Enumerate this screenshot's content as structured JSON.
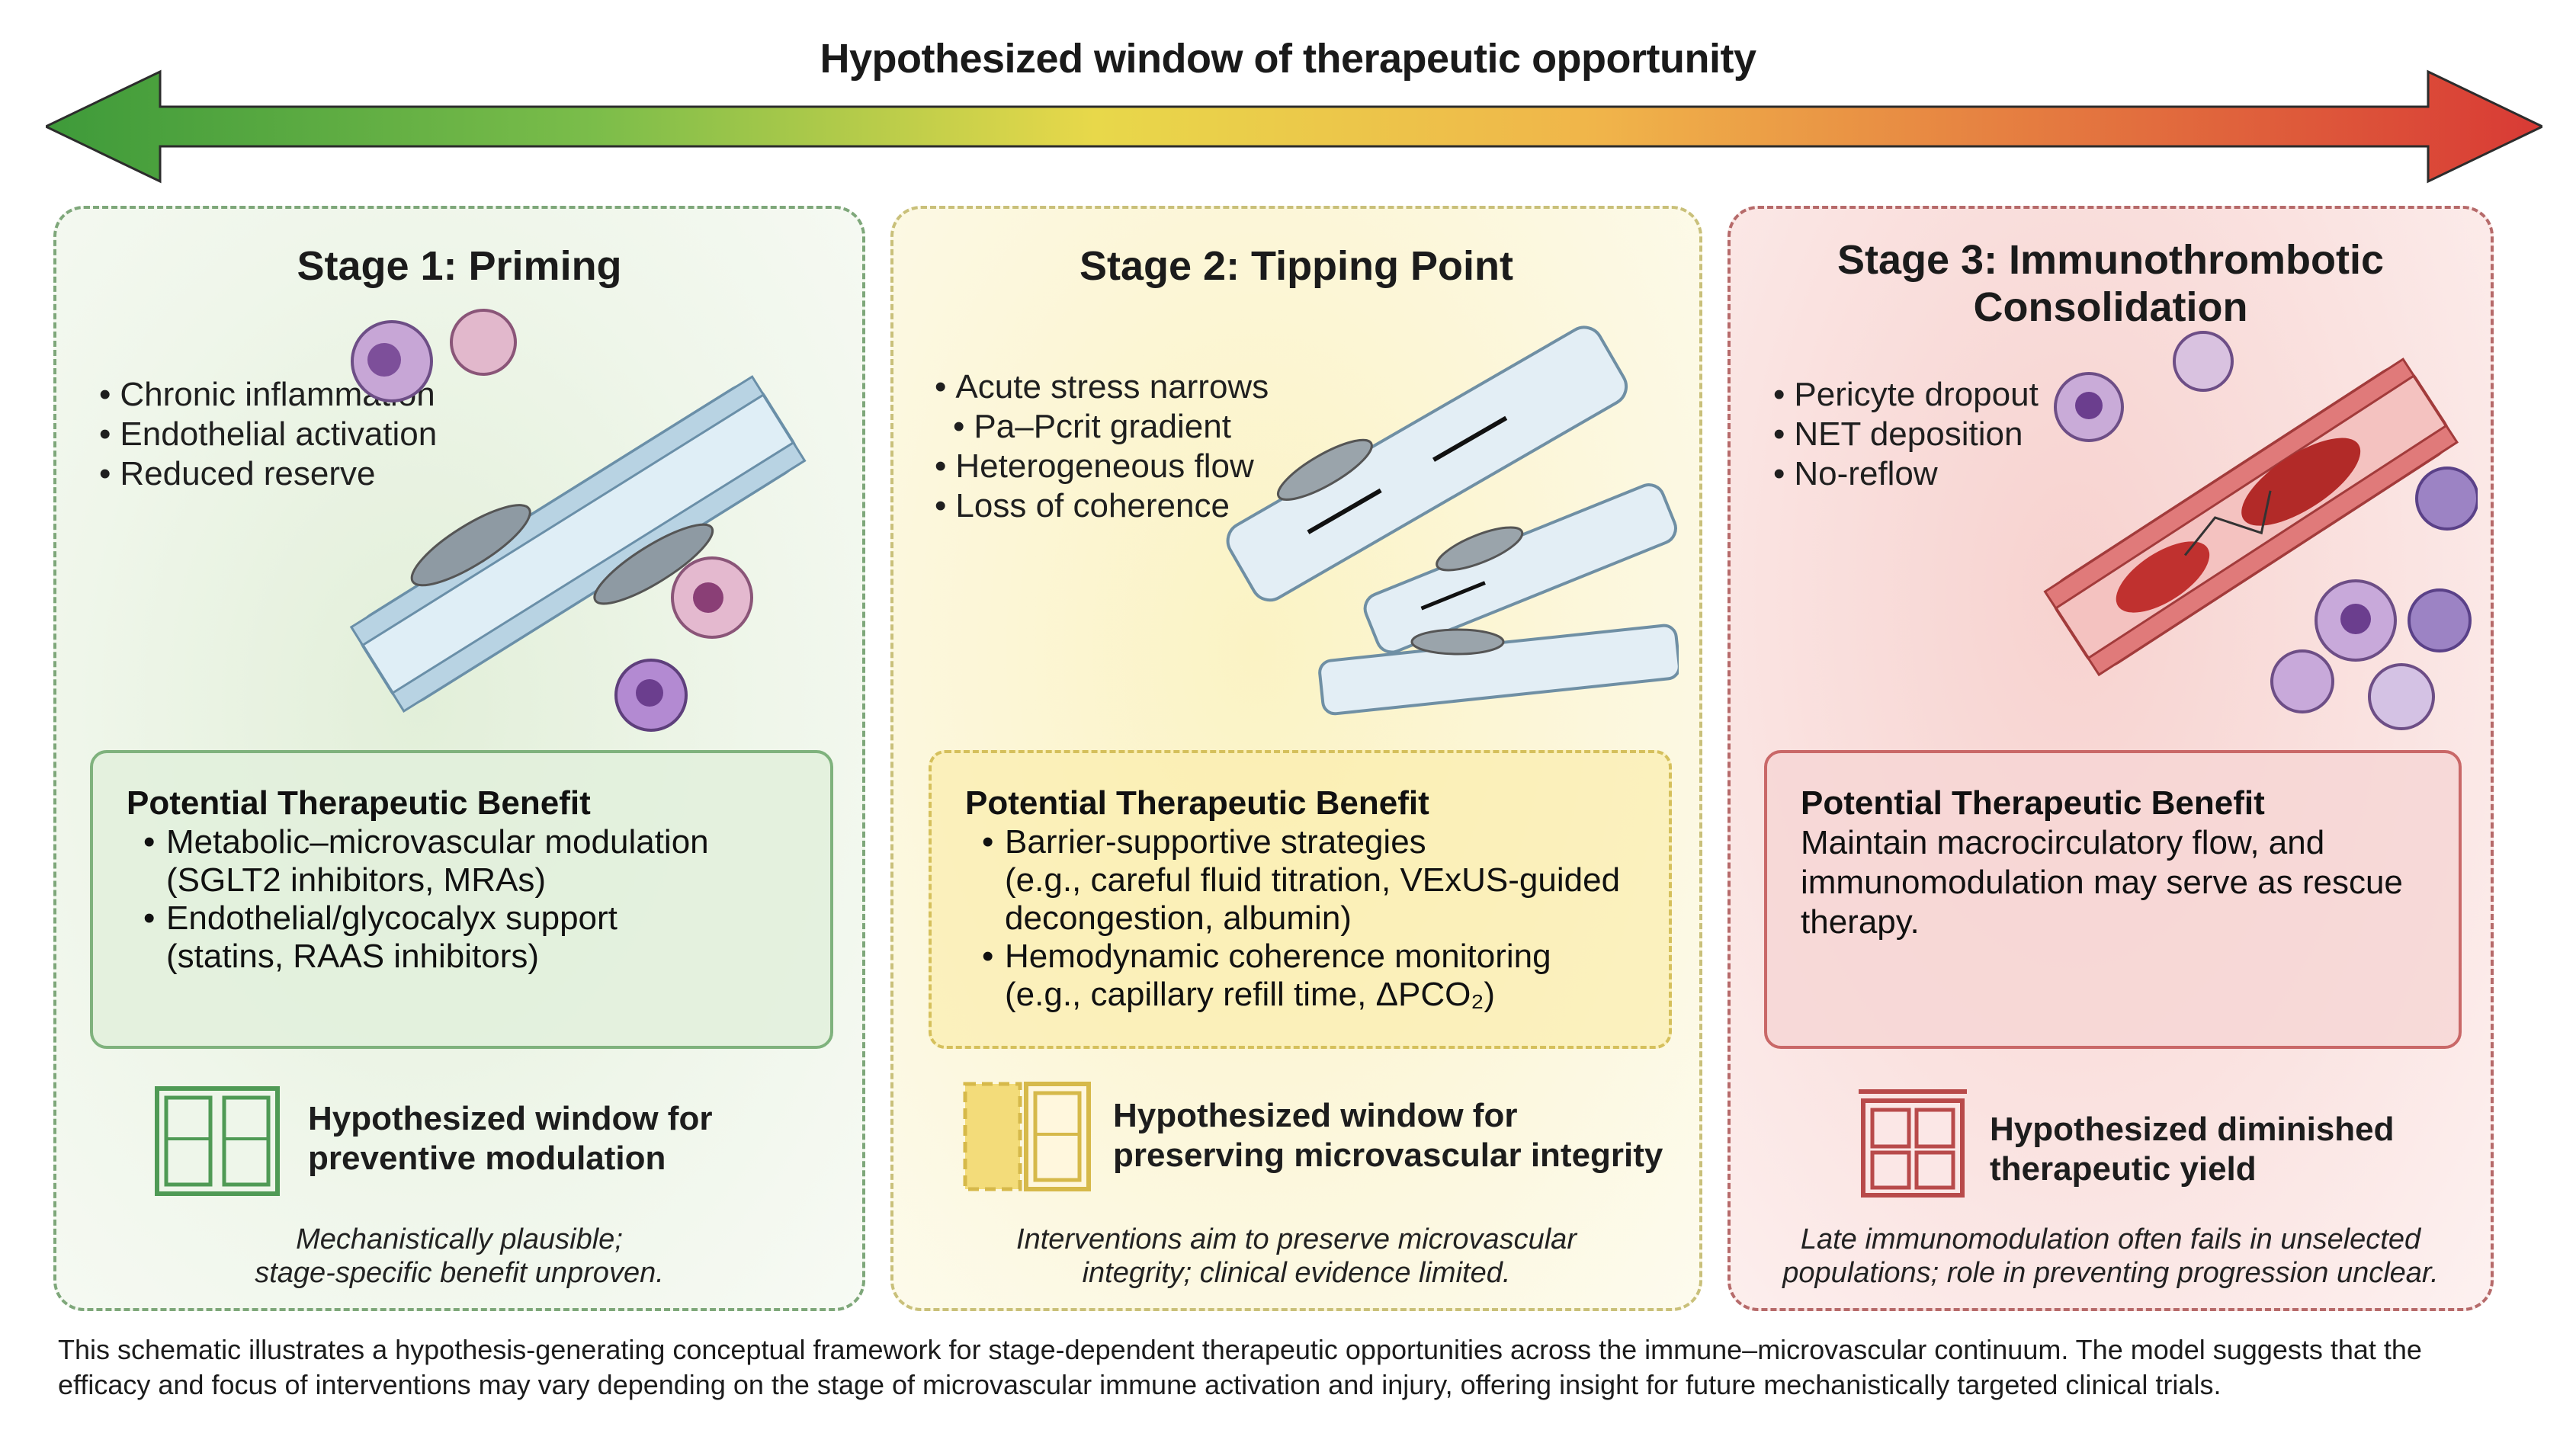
{
  "header": {
    "title": "Hypothesized window of therapeutic opportunity"
  },
  "colors": {
    "green": "#3e9a3a",
    "yellow": "#e8d84a",
    "red": "#d83a35"
  },
  "stages": [
    {
      "title": "Stage 1: Priming",
      "bullets": [
        "Chronic inflammation",
        "Endothelial activation",
        "Reduced reserve"
      ],
      "benefit_title": "Potential Therapeutic Benefit",
      "benefit_items": [
        "Metabolic–microvascular modulation",
        "(SGLT2 inhibitors, MRAs)",
        "Endothelial/glycocalyx support",
        "(statins, RAAS inhibitors)"
      ],
      "window_label": [
        "Hypothesized window for",
        "preventive modulation"
      ],
      "note": [
        "Mechanistically plausible;",
        "stage-specific benefit unproven."
      ],
      "icon": "open-window-icon"
    },
    {
      "title": "Stage 2: Tipping Point",
      "bullets": [
        "Acute stress narrows",
        "Pa–Pcrit gradient",
        "Heterogeneous flow",
        "Loss of coherence"
      ],
      "benefit_title": "Potential Therapeutic Benefit",
      "benefit_items": [
        "Barrier-supportive strategies",
        "(e.g., careful fluid titration, VExUS-guided",
        "decongestion, albumin)",
        "Hemodynamic coherence monitoring",
        "(e.g., capillary refill time, ΔPCO₂)"
      ],
      "window_label": [
        "Hypothesized window for",
        "preserving microvascular integrity"
      ],
      "note": [
        "Interventions aim to preserve microvascular",
        "integrity; clinical evidence limited."
      ],
      "icon": "half-open-window-icon"
    },
    {
      "title": [
        "Stage 3: Immunothrombotic",
        "Consolidation"
      ],
      "bullets": [
        "Pericyte dropout",
        "NET deposition",
        "No-reflow"
      ],
      "benefit_title": "Potential Therapeutic Benefit",
      "benefit_text": [
        "Maintain macrocirculatory flow, and",
        "immunomodulation may serve as rescue",
        "therapy."
      ],
      "window_label": [
        "Hypothesized diminished",
        "therapeutic yield"
      ],
      "note": [
        "Late immunomodulation often fails in unselected",
        "populations; role in preventing progression unclear."
      ],
      "icon": "closed-window-icon"
    }
  ],
  "caption": [
    "This schematic illustrates a hypothesis-generating conceptual framework for stage-dependent therapeutic opportunities across the immune–microvascular continuum. The model suggests that the",
    "efficacy and focus of interventions may vary depending on the stage of microvascular immune activation and injury, offering insight for future mechanistically targeted clinical trials."
  ]
}
